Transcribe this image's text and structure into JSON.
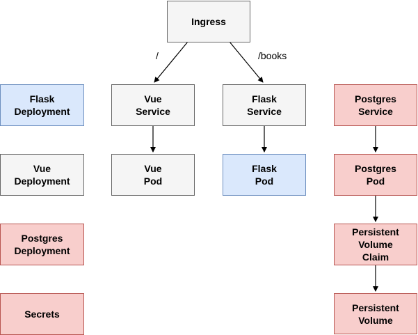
{
  "colors": {
    "gray_fill": "#f5f5f5",
    "gray_stroke": "#666666",
    "blue_fill": "#dae8fc",
    "blue_stroke": "#6c8ebf",
    "red_fill": "#f8cecc",
    "red_stroke": "#b85450"
  },
  "nodes": {
    "ingress": "Ingress",
    "vue_service": "Vue\nService",
    "flask_service": "Flask\nService",
    "vue_pod": "Vue\nPod",
    "flask_pod": "Flask\nPod",
    "flask_deployment": "Flask\nDeployment",
    "vue_deployment": "Vue\nDeployment",
    "postgres_deployment": "Postgres\nDeployment",
    "secrets": "Secrets",
    "postgres_service": "Postgres\nService",
    "postgres_pod": "Postgres\nPod",
    "persistent_volume_claim": "Persistent\nVolume\nClaim",
    "persistent_volume": "Persistent\nVolume"
  },
  "edge_labels": {
    "root": "/",
    "books": "/books"
  },
  "edges": [
    {
      "from": "ingress",
      "to": "vue_service",
      "label": "/"
    },
    {
      "from": "ingress",
      "to": "flask_service",
      "label": "/books"
    },
    {
      "from": "vue_service",
      "to": "vue_pod"
    },
    {
      "from": "flask_service",
      "to": "flask_pod"
    },
    {
      "from": "postgres_service",
      "to": "postgres_pod"
    },
    {
      "from": "postgres_pod",
      "to": "persistent_volume_claim"
    },
    {
      "from": "persistent_volume_claim",
      "to": "persistent_volume"
    }
  ]
}
